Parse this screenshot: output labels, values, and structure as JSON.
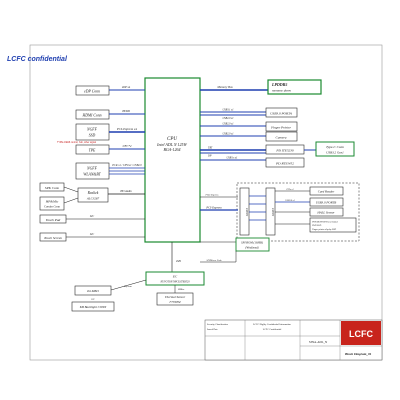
{
  "header": {
    "confidential": "LCFC confidential"
  },
  "cpu": {
    "line1": "CPU",
    "line2": "Intel ADL N 125W",
    "line3": "BGA-1264"
  },
  "left_blocks": {
    "edp": "eDP Conn",
    "hdmi": "HDMI Conn",
    "ngff_ssd_1": "NGFF",
    "ngff_ssd_2": "SSD",
    "type_c": "TPE",
    "ngff_wlan_1": "NGFF",
    "ngff_wlan_2": "WLAN&BT",
    "spk": "SPK Conn",
    "hp_mic_1": "HP&Mic",
    "hp_mic_2": "Combo Conn",
    "realtek_1": "Realtek",
    "realtek_2": "ALC3287",
    "touchpad": "Touch Pad",
    "touchscreen": "Touch Screen",
    "intkbd": "Int.KBD",
    "kb_backlight": "KB Backlight CONN"
  },
  "left_signals": {
    "edp": "eDP x4",
    "hdmi": "HDMI",
    "pcie": "PCI-Express x4",
    "ufc": "UFC*2",
    "pcie_wlan": "PCIe x1 / CNVi x1 / USB2.0",
    "hda": "HD Audio",
    "i2c_tp": "I2C",
    "i2c_ts": "I2C",
    "red_note": "TYPE-C/EMI control, hub, other signal"
  },
  "right_blocks": {
    "lpddr5_1": "LPDDR5",
    "lpddr5_2": "memory down",
    "usb_a": "USB3.0 PORTA",
    "finger": "Finger Printer",
    "camera": "Camera",
    "ps_ite": "PD ITE5230",
    "typec_1": "Type-C Conn",
    "typec_2": "USB3.2 Gen1",
    "ps_rts": "PD RTS5452",
    "card_reader": "Card Reader",
    "usb_b": "USB3.0 PORTB",
    "hall": "HALL Sensor",
    "io_1": "PWR BUTTON/Power button",
    "io_2": "PWR LED",
    "io_3": "Finger printer display LED",
    "conn": "CONN",
    "spi_rom_1": "SPI ROM (16MB)",
    "spi_rom_2": "(Windbond)",
    "thermal_1": "Thermal Sensor",
    "thermal_2": "F75303M",
    "ec_1": "EC",
    "ec_2": "NUVOTON NPCE/ITE8520"
  },
  "right_signals": {
    "memory_bus": "Memory Bus",
    "usb31_a": "USB3.1 x1",
    "usb2_a": "USB2.0 x1",
    "usb2_b": "USB2.0 x1",
    "tbt": "TBT",
    "dp": "DP",
    "usb_link": "USB3.x x1",
    "usb2_c": "USB2.0 x1",
    "pcie_rp": "PCIe Express",
    "pcie_express": "PCI-Express",
    "pcie_sig": "PCIe x1",
    "usb_b_sig": "USB3.0 x1",
    "spi_sig": "SPI/Mirror Code",
    "espi": "eSPI",
    "smbus": "SMBus",
    "keyscan": "Keyscan",
    "i2c_ec": "I2C"
  },
  "title_block": {
    "security": "Security Classification",
    "issued": "Issued Date",
    "center_1": "LCFC Highly Confidential Information",
    "center_2": "LCFC Confidential",
    "model": "S3NA-ADL_N",
    "title": "Block Diagram_01",
    "logo": "LCFC"
  }
}
